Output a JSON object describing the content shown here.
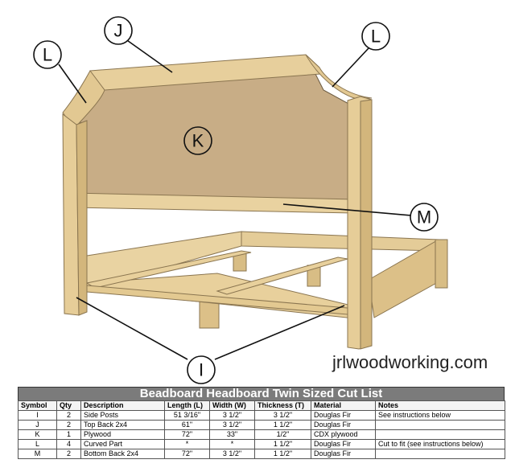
{
  "callouts": {
    "j": "J",
    "l_left": "L",
    "l_right": "L",
    "k": "K",
    "m": "M",
    "i": "I"
  },
  "watermark": "jrlwoodworking.com",
  "cut_list": {
    "title": "Beadboard Headboard Twin Sized Cut List",
    "headers": [
      "Symbol",
      "Qty",
      "Description",
      "Length (L)",
      "Width (W)",
      "Thickness (T)",
      "Material",
      "Notes"
    ],
    "rows": [
      [
        "I",
        "2",
        "Side Posts",
        "51 3/16\"",
        "3 1/2\"",
        "3 1/2\"",
        "Douglas Fir",
        "See instructions below"
      ],
      [
        "J",
        "2",
        "Top Back 2x4",
        "61\"",
        "3 1/2\"",
        "1 1/2\"",
        "Douglas Fir",
        ""
      ],
      [
        "K",
        "1",
        "Plywood",
        "72\"",
        "33\"",
        "1/2\"",
        "CDX plywood",
        ""
      ],
      [
        "L",
        "4",
        "Curved Part",
        "*",
        "*",
        "1 1/2\"",
        "Douglas Fir",
        "Cut to fit (see instructions below)"
      ],
      [
        "M",
        "2",
        "Bottom Back 2x4",
        "72\"",
        "3 1/2\"",
        "1 1/2\"",
        "Douglas Fir",
        ""
      ]
    ]
  },
  "colors": {
    "wood": "#e6cf9a",
    "wood_dark": "#c9ad72",
    "plywood": "#c9b08a",
    "title_bar": "#7b7b7b"
  }
}
